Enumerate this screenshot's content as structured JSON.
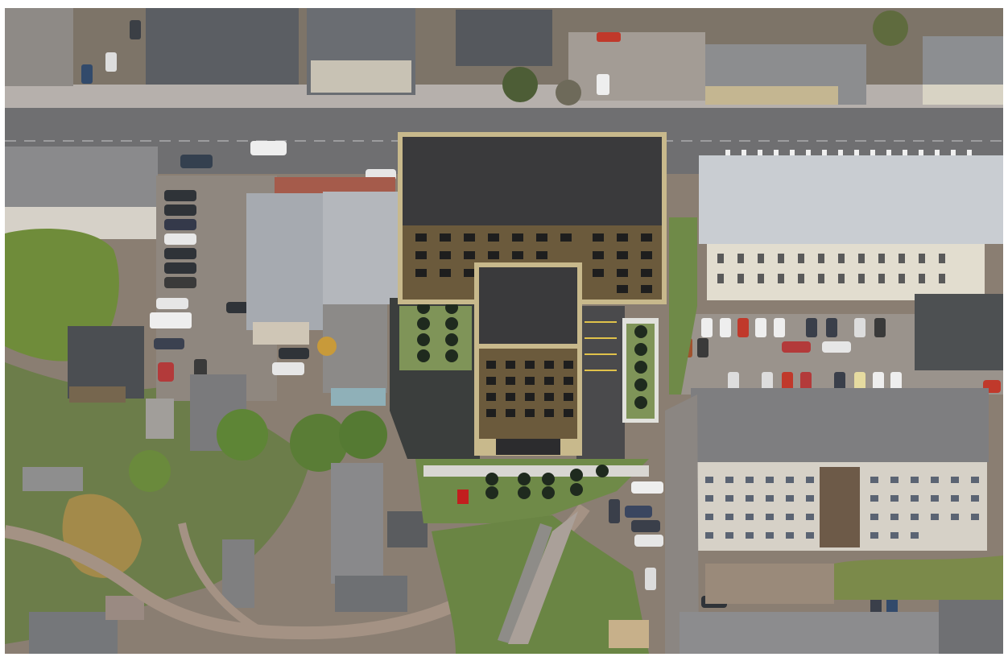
{
  "image": {
    "kind": "aerial-photo",
    "features": [
      "street",
      "sidewalk",
      "old-buildings-north",
      "parking-lot-west",
      "parking-lot-east",
      "proposed-tower-rendering",
      "courtyard-trees",
      "mid-rise-residential-block",
      "long-white-building-east",
      "bare-ground-south",
      "footpaths",
      "houses-southwest"
    ],
    "colors": {
      "asphalt": "#6f6f71",
      "sidewalk": "#b6b0ac",
      "tower_roof": "#3a3a3c",
      "tower_facade": "#6b5a3c",
      "tower_frame": "#c8b98c",
      "grass": "#6f8a48",
      "dirt": "#a9968a",
      "roof_grey": "#8c8c8e",
      "roof_light": "#c9cdd2"
    }
  }
}
